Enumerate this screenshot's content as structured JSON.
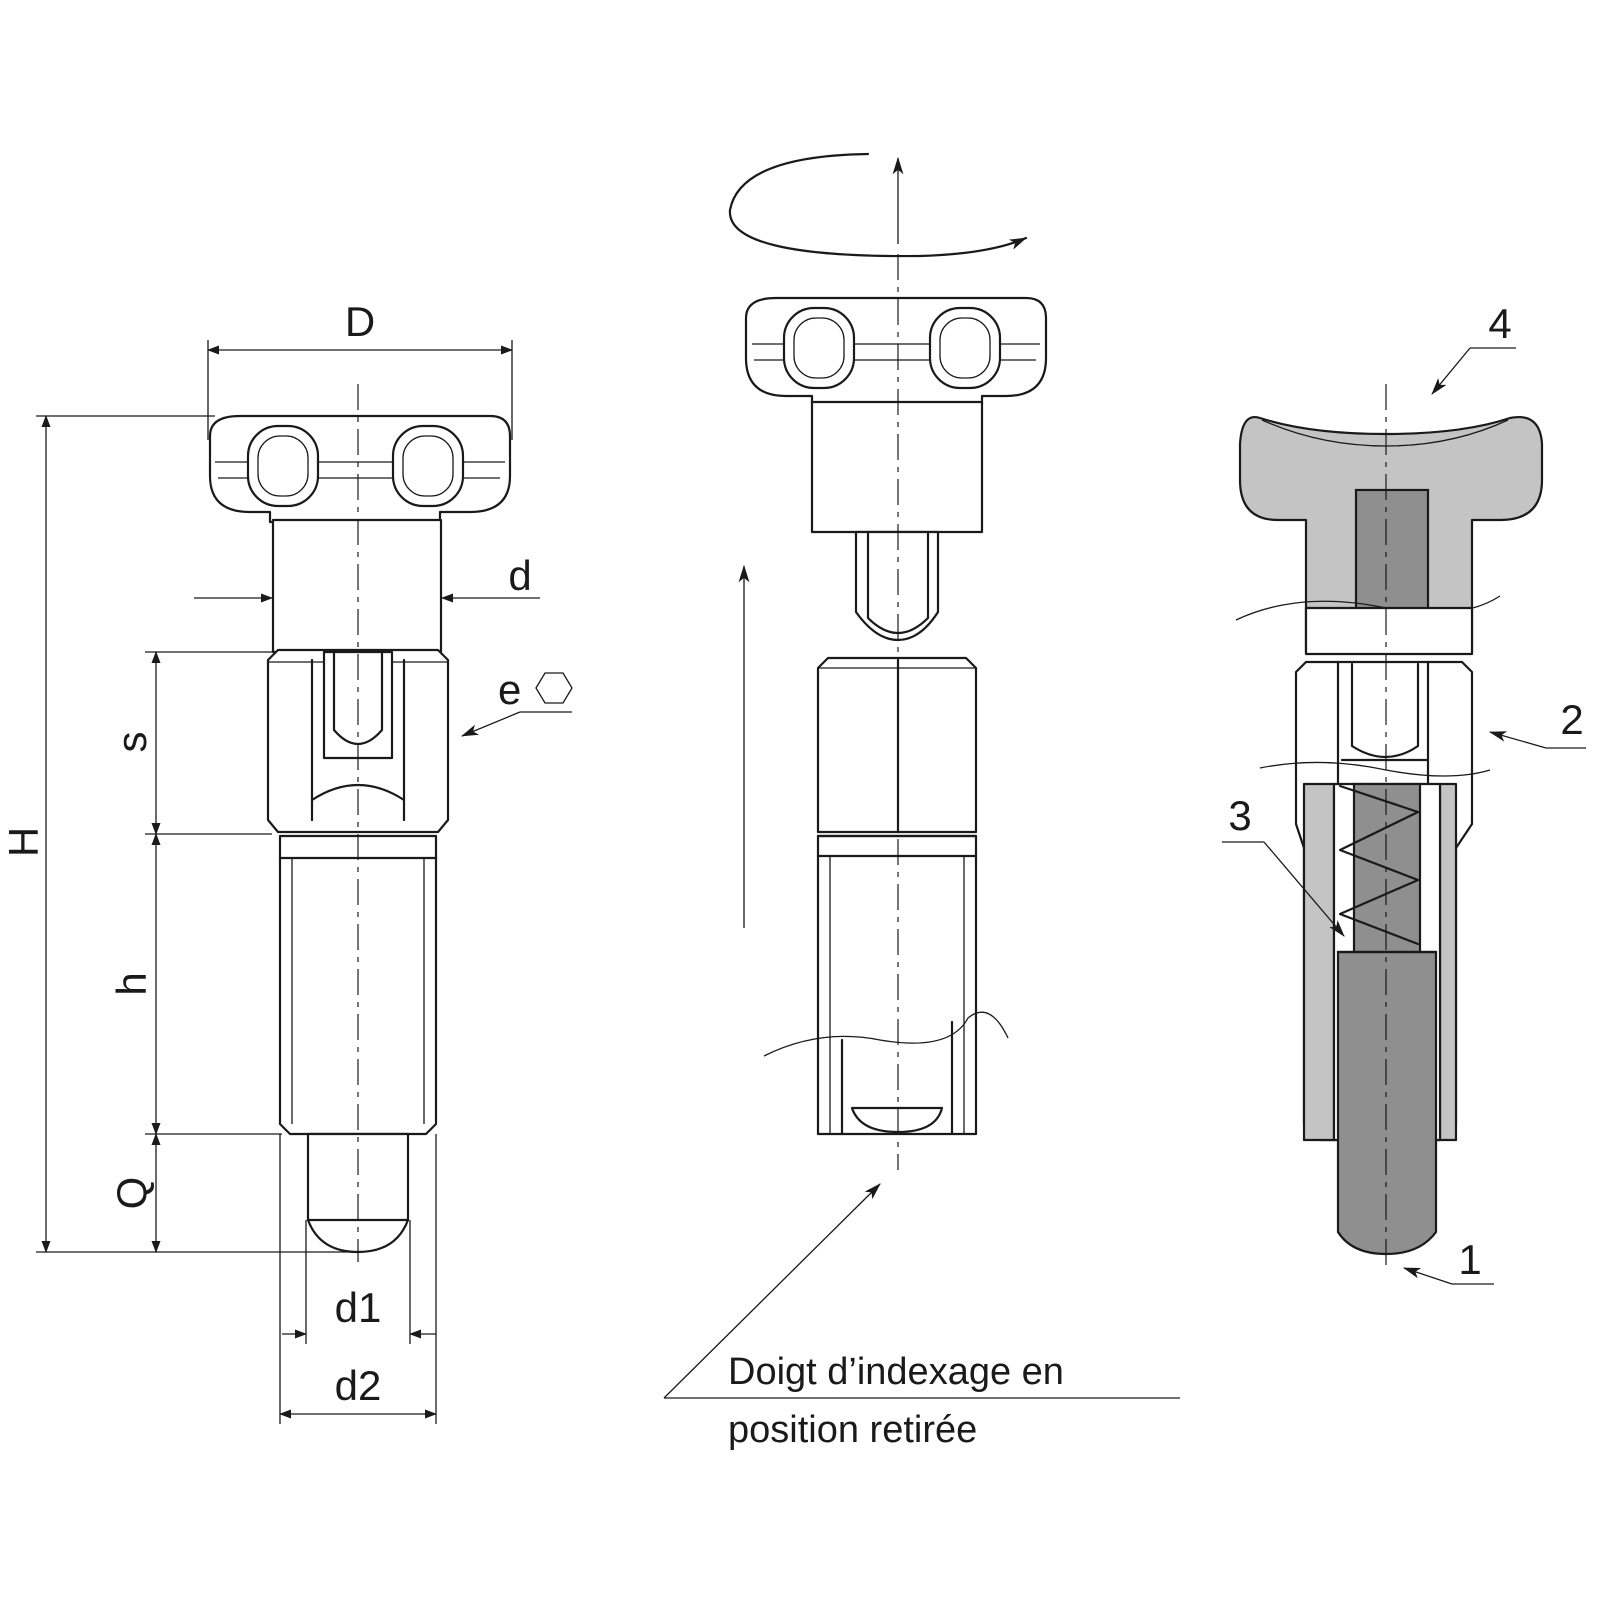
{
  "dimensions": {
    "D": "D",
    "d": "d",
    "e": "e",
    "s": "s",
    "h": "h",
    "H": "H",
    "Q": "Q",
    "d1": "d1",
    "d2": "d2"
  },
  "callouts": {
    "c1": "1",
    "c2": "2",
    "c3": "3",
    "c4": "4"
  },
  "note": {
    "line1": "Doigt d’indexage en",
    "line2": "position retirée"
  },
  "icons": {
    "hex": "hexagon-icon",
    "rotation": "rotation-arrow-icon"
  }
}
